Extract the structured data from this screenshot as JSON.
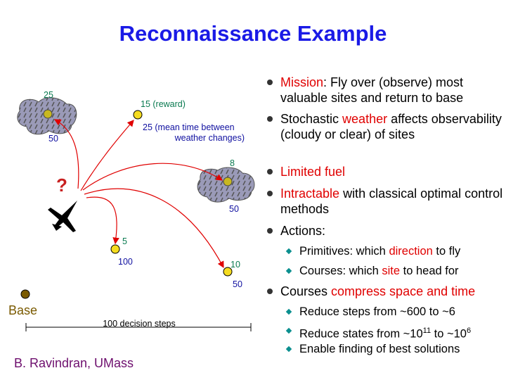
{
  "title": "Reconnaissance Example",
  "author": "B. Ravindran, UMass",
  "diagram": {
    "site_top_left": {
      "reward": "25",
      "weather_time": "50"
    },
    "site_top": {
      "reward": "15 (reward)",
      "weather_time_1": "25 (mean time between",
      "weather_time_2": "weather changes)"
    },
    "site_right": {
      "reward": "8",
      "weather_time": "50"
    },
    "site_mid": {
      "reward": "5",
      "weather_time": "100"
    },
    "site_bottom_right": {
      "reward": "10",
      "weather_time": "50"
    },
    "question": "?",
    "base": "Base",
    "scale": "100 decision steps"
  },
  "bullets": {
    "b1": {
      "red": "Mission",
      "rest": ": Fly over (observe) most valuable sites and return to base"
    },
    "b2": {
      "pre": "Stochastic ",
      "red": "weather",
      "rest": " affects observability (cloudy or clear) of sites"
    },
    "b3": {
      "red": "Limited fuel"
    },
    "b4": {
      "red": "Intractable",
      "rest": " with classical optimal control methods"
    },
    "b5": {
      "text": "Actions:"
    },
    "s1": {
      "pre": "Primitives: which ",
      "red": "direction",
      "rest": " to fly"
    },
    "s2": {
      "pre": "Courses: which ",
      "red": "site",
      "rest": " to head for"
    },
    "b6": {
      "pre": "Courses ",
      "red": "compress space and time"
    },
    "s3": {
      "text": "Reduce steps from ~600 to ~6"
    },
    "s4": {
      "pre": "Reduce states from ~10",
      "sup1": "11",
      "mid": " to ~10",
      "sup2": "6"
    },
    "s5": {
      "text": "Enable finding of best solutions"
    }
  },
  "colors": {
    "title": "#1a1ae6",
    "highlight": "#e00000",
    "reward": "#0a7a50",
    "weather": "#1010a0",
    "base": "#7a5a00",
    "author": "#6e0f6e"
  }
}
